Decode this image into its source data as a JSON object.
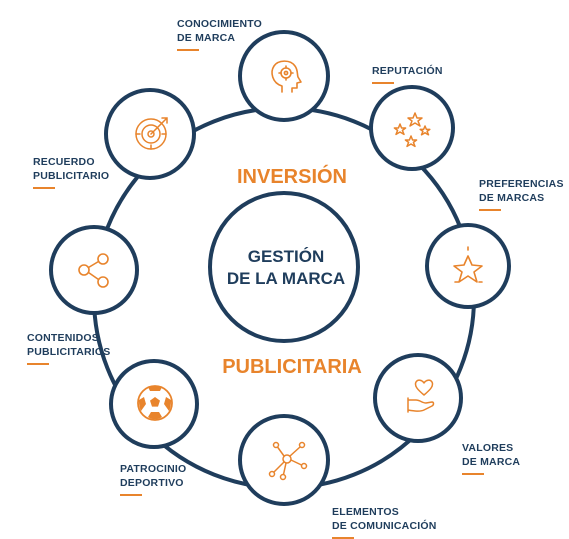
{
  "center": {
    "line1": "GESTIÓN",
    "line2": "DE LA MARCA"
  },
  "ring_words": {
    "top": "INVERSIÓN",
    "bottom": "PUBLICITARIA"
  },
  "nodes": [
    {
      "line1": "CONOCIMIENTO",
      "line2": "DE MARCA",
      "icon": "head-gear-icon"
    },
    {
      "line1": "REPUTACIÓN",
      "line2": "",
      "icon": "stars-icon"
    },
    {
      "line1": "PREFERENCIAS",
      "line2": "DE MARCAS",
      "icon": "star-sparkle-icon"
    },
    {
      "line1": "VALORES",
      "line2": "DE MARCA",
      "icon": "heart-hand-icon"
    },
    {
      "line1": "ELEMENTOS",
      "line2": "DE COMUNICACIÓN",
      "icon": "network-icon"
    },
    {
      "line1": "PATROCINIO",
      "line2": "DEPORTIVO",
      "icon": "soccer-ball-icon"
    },
    {
      "line1": "CONTENIDOS",
      "line2": "PUBLICITARIOS",
      "icon": "share-icon"
    },
    {
      "line1": "RECUERDO",
      "line2": "PUBLICITARIO",
      "icon": "target-icon"
    }
  ],
  "colors": {
    "navy": "#1f3d5c",
    "orange": "#e8842c",
    "background": "#ffffff"
  }
}
